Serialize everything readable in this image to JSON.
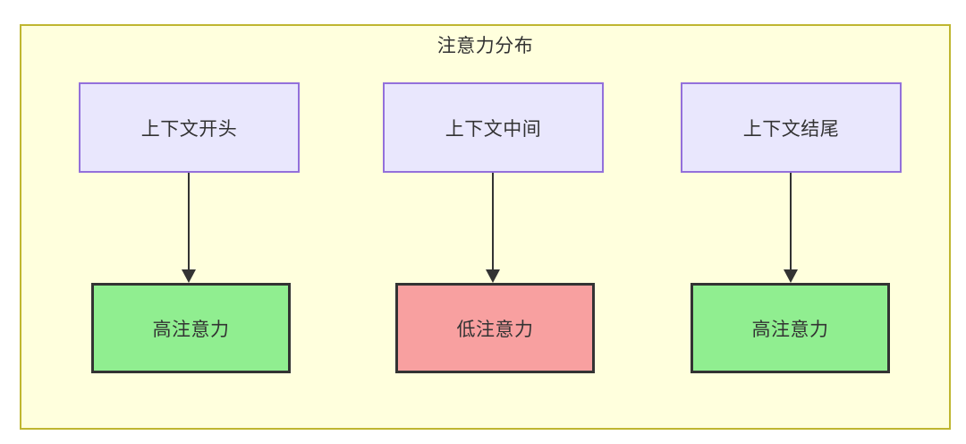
{
  "diagram": {
    "title": "注意力分布",
    "container": {
      "fill_color": "#ffffdd",
      "border_color": "#bfb630"
    },
    "context_nodes": [
      {
        "id": "ctx-start",
        "label": "上下文开头",
        "fill_color": "#e9e7fd",
        "border_color": "#9370db"
      },
      {
        "id": "ctx-middle",
        "label": "上下文中间",
        "fill_color": "#e9e7fd",
        "border_color": "#9370db"
      },
      {
        "id": "ctx-end",
        "label": "上下文结尾",
        "fill_color": "#e9e7fd",
        "border_color": "#9370db"
      }
    ],
    "attention_nodes": [
      {
        "id": "attn-high-start",
        "label": "高注意力",
        "fill_color": "#90ee90",
        "border_color": "#333333"
      },
      {
        "id": "attn-low-middle",
        "label": "低注意力",
        "fill_color": "#f8a0a0",
        "border_color": "#333333"
      },
      {
        "id": "attn-high-end",
        "label": "高注意力",
        "fill_color": "#90ee90",
        "border_color": "#333333"
      }
    ],
    "edges": [
      {
        "from": "ctx-start",
        "to": "attn-high-start",
        "label": ""
      },
      {
        "from": "ctx-middle",
        "to": "attn-low-middle",
        "label": ""
      },
      {
        "from": "ctx-end",
        "to": "attn-high-end",
        "label": ""
      }
    ]
  }
}
